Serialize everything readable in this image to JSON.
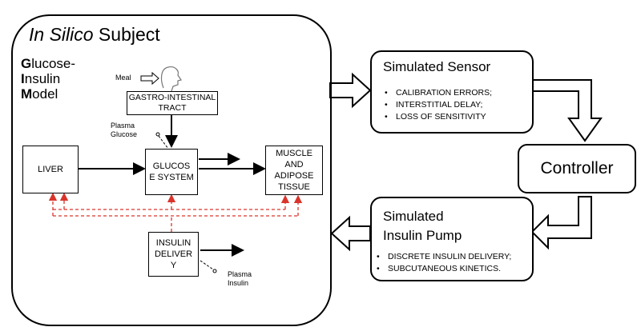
{
  "subject": {
    "title_italic": "In Silico",
    "title_rest": " Subject",
    "model_line1": "Glucose-",
    "model_line2": "Insulin",
    "model_line3": "Model"
  },
  "meal_label": "Meal",
  "gastro_label": "GASTRO-INTESTINAL TRACT",
  "plasma_glucose_label": "Plasma Glucose",
  "liver_label": "LIVER",
  "glucose_system_label": "GLUCOS E SYSTEM",
  "muscle_label": "MUSCLE AND ADIPOSE TISSUE",
  "insulin_delivery_label": "INSULIN DELIVER Y",
  "plasma_insulin_label": "Plasma Insulin",
  "sensor": {
    "title": "Simulated Sensor",
    "items": [
      "CALIBRATION ERRORS;",
      "INTERSTITIAL DELAY;",
      "LOSS OF SENSITIVITY"
    ]
  },
  "controller_label": "Controller",
  "pump": {
    "title_line1": "Simulated",
    "title_line2": "Insulin Pump",
    "items": [
      "DISCRETE INSULIN DELIVERY;",
      "SUBCUTANEOUS KINETICS."
    ]
  },
  "colors": {
    "feedback": "#d9342b",
    "line": "#000000"
  }
}
